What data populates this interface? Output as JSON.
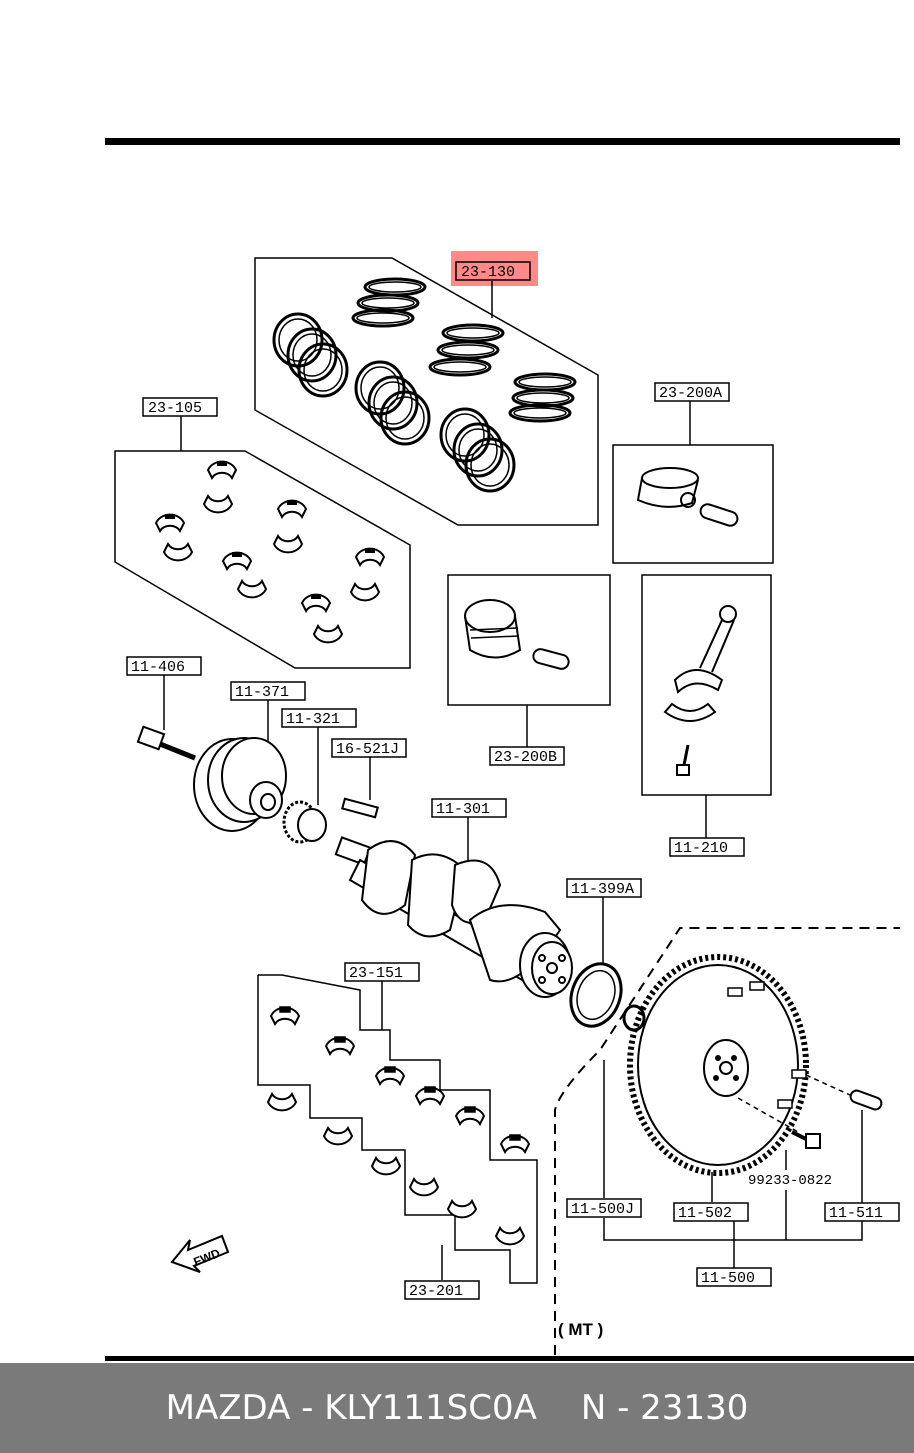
{
  "diagram": {
    "labels": {
      "pistonRingSet": "23-130",
      "mainBearingUpper": "23-105",
      "pistonPinAssyA": "23-200A",
      "pistonPinAssyB": "23-200B",
      "connectingRod": "11-210",
      "pulleyBolt": "11-406",
      "crankPulley": "11-371",
      "timingPulley": "11-321",
      "woodruffKey": "16-521J",
      "crankshaft": "11-301",
      "rearOilSeal": "11-399A",
      "thrustBearing": "23-151",
      "mainBearingLower": "23-201",
      "flywheelBolt": "11-500J",
      "flywheel": "11-502",
      "dowelPin": "11-511",
      "flywheelAssy": "11-500",
      "boltPartNo": "99233-0822",
      "fwd": "FWD",
      "transmissionNote": "( MT )"
    },
    "highlightColor": "#ff6060"
  },
  "footer": {
    "brandModel": "MAZDA - KLY111SC0A",
    "partRef": "N - 23130"
  }
}
